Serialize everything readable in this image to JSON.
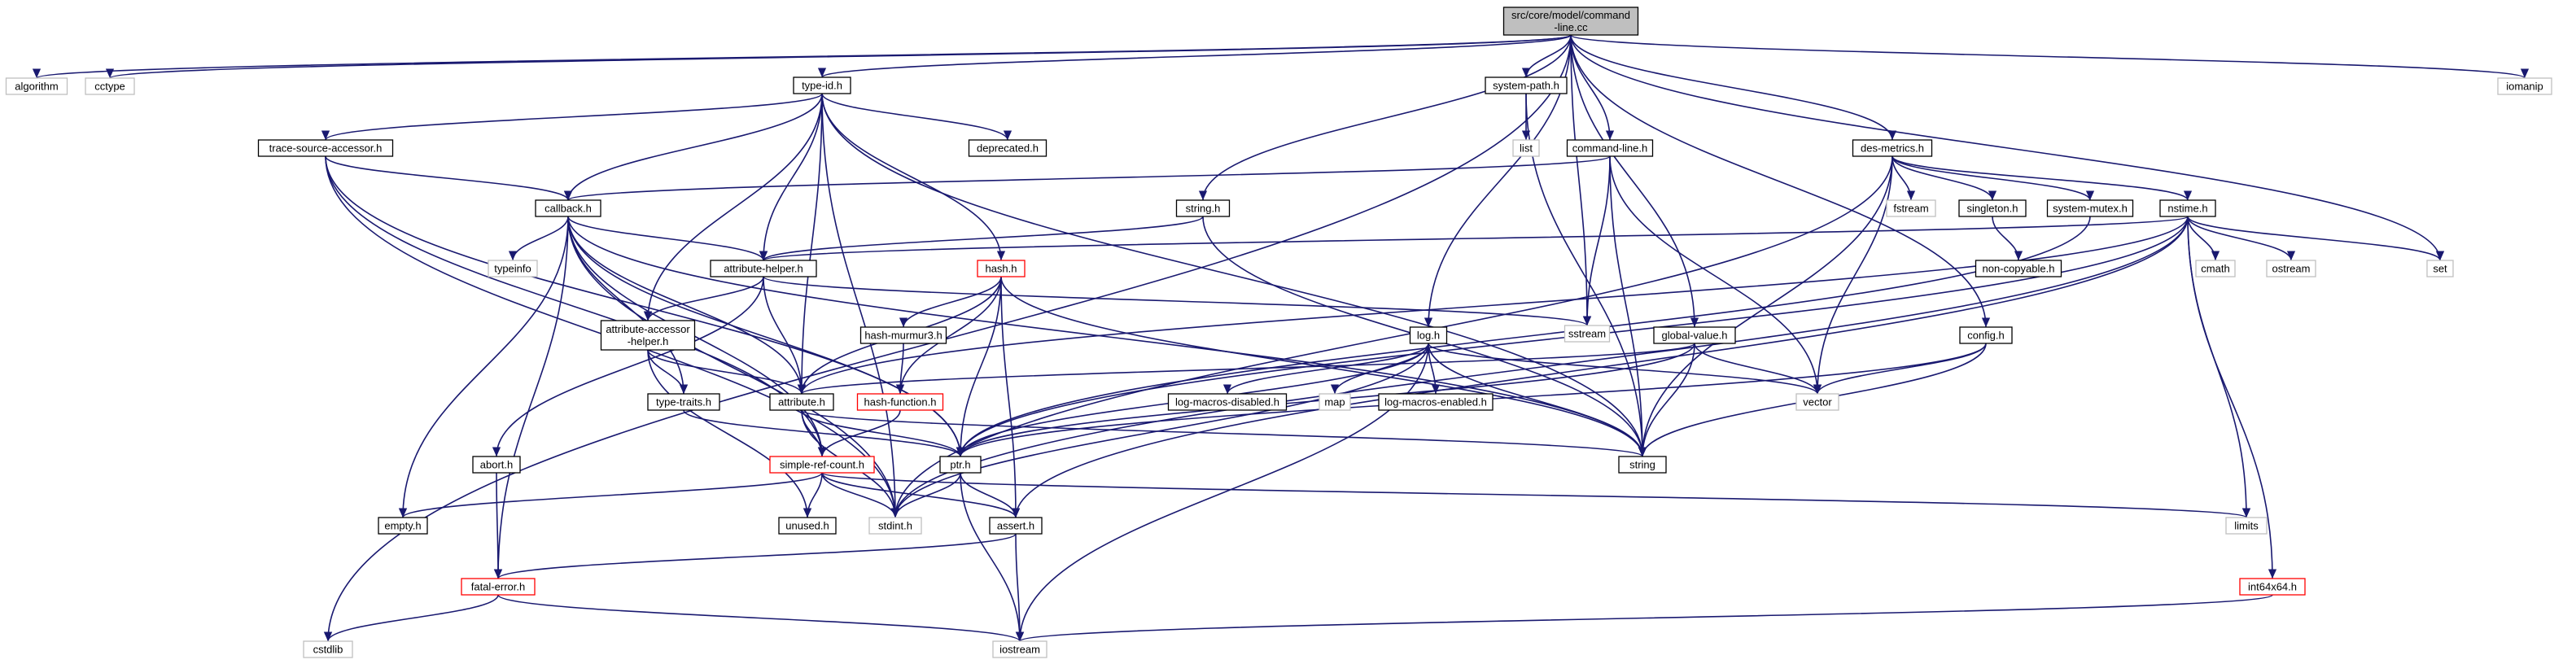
{
  "diagram": {
    "type": "include-dependency-graph",
    "colors": {
      "edge": "#191970",
      "root_fill": "#bfbfbf",
      "node_border": "#000000",
      "missing_border": "#bfbfbf",
      "truncated_border": "#ff0000",
      "text": "#000000",
      "text_missing": "#000000"
    },
    "nodes": [
      {
        "id": "root",
        "lines": [
          "src/core/model/command",
          "-line.cc"
        ],
        "style": "root"
      },
      {
        "id": "algorithm",
        "lines": [
          "algorithm"
        ],
        "style": "missing"
      },
      {
        "id": "cctype",
        "lines": [
          "cctype"
        ],
        "style": "missing"
      },
      {
        "id": "iomanip",
        "lines": [
          "iomanip"
        ],
        "style": "missing"
      },
      {
        "id": "type-id.h",
        "lines": [
          "type-id.h"
        ],
        "style": "normal"
      },
      {
        "id": "system-path.h",
        "lines": [
          "system-path.h"
        ],
        "style": "normal"
      },
      {
        "id": "list",
        "lines": [
          "list"
        ],
        "style": "missing"
      },
      {
        "id": "trace-source-accessor.h",
        "lines": [
          "trace-source-accessor.h"
        ],
        "style": "normal"
      },
      {
        "id": "deprecated.h",
        "lines": [
          "deprecated.h"
        ],
        "style": "normal"
      },
      {
        "id": "command-line.h",
        "lines": [
          "command-line.h"
        ],
        "style": "normal"
      },
      {
        "id": "des-metrics.h",
        "lines": [
          "des-metrics.h"
        ],
        "style": "normal"
      },
      {
        "id": "callback.h",
        "lines": [
          "callback.h"
        ],
        "style": "normal"
      },
      {
        "id": "string.h",
        "lines": [
          "string.h"
        ],
        "style": "normal"
      },
      {
        "id": "fstream",
        "lines": [
          "fstream"
        ],
        "style": "missing"
      },
      {
        "id": "singleton.h",
        "lines": [
          "singleton.h"
        ],
        "style": "normal"
      },
      {
        "id": "system-mutex.h",
        "lines": [
          "system-mutex.h"
        ],
        "style": "normal"
      },
      {
        "id": "nstime.h",
        "lines": [
          "nstime.h"
        ],
        "style": "normal"
      },
      {
        "id": "typeinfo",
        "lines": [
          "typeinfo"
        ],
        "style": "missing"
      },
      {
        "id": "attribute-helper.h",
        "lines": [
          "attribute-helper.h"
        ],
        "style": "normal"
      },
      {
        "id": "hash.h",
        "lines": [
          "hash.h"
        ],
        "style": "truncated"
      },
      {
        "id": "non-copyable.h",
        "lines": [
          "non-copyable.h"
        ],
        "style": "normal"
      },
      {
        "id": "cmath",
        "lines": [
          "cmath"
        ],
        "style": "missing"
      },
      {
        "id": "ostream",
        "lines": [
          "ostream"
        ],
        "style": "missing"
      },
      {
        "id": "set",
        "lines": [
          "set"
        ],
        "style": "missing"
      },
      {
        "id": "sstream",
        "lines": [
          "sstream"
        ],
        "style": "missing"
      },
      {
        "id": "attribute-accessor-helper.h",
        "lines": [
          "attribute-accessor",
          "-helper.h"
        ],
        "style": "normal"
      },
      {
        "id": "hash-murmur3.h",
        "lines": [
          "hash-murmur3.h"
        ],
        "style": "normal"
      },
      {
        "id": "log.h",
        "lines": [
          "log.h"
        ],
        "style": "normal"
      },
      {
        "id": "global-value.h",
        "lines": [
          "global-value.h"
        ],
        "style": "normal"
      },
      {
        "id": "config.h",
        "lines": [
          "config.h"
        ],
        "style": "normal"
      },
      {
        "id": "type-traits.h",
        "lines": [
          "type-traits.h"
        ],
        "style": "normal"
      },
      {
        "id": "attribute.h",
        "lines": [
          "attribute.h"
        ],
        "style": "normal"
      },
      {
        "id": "hash-function.h",
        "lines": [
          "hash-function.h"
        ],
        "style": "truncated"
      },
      {
        "id": "log-macros-disabled.h",
        "lines": [
          "log-macros-disabled.h"
        ],
        "style": "normal"
      },
      {
        "id": "map",
        "lines": [
          "map"
        ],
        "style": "missing"
      },
      {
        "id": "log-macros-enabled.h",
        "lines": [
          "log-macros-enabled.h"
        ],
        "style": "normal"
      },
      {
        "id": "vector",
        "lines": [
          "vector"
        ],
        "style": "missing"
      },
      {
        "id": "abort.h",
        "lines": [
          "abort.h"
        ],
        "style": "normal"
      },
      {
        "id": "simple-ref-count.h",
        "lines": [
          "simple-ref-count.h"
        ],
        "style": "truncated"
      },
      {
        "id": "ptr.h",
        "lines": [
          "ptr.h"
        ],
        "style": "normal"
      },
      {
        "id": "string",
        "lines": [
          "string"
        ],
        "style": "normal"
      },
      {
        "id": "empty.h",
        "lines": [
          "empty.h"
        ],
        "style": "normal"
      },
      {
        "id": "unused.h",
        "lines": [
          "unused.h"
        ],
        "style": "normal"
      },
      {
        "id": "stdint.h",
        "lines": [
          "stdint.h"
        ],
        "style": "missing"
      },
      {
        "id": "assert.h",
        "lines": [
          "assert.h"
        ],
        "style": "normal"
      },
      {
        "id": "limits",
        "lines": [
          "limits"
        ],
        "style": "missing"
      },
      {
        "id": "fatal-error.h",
        "lines": [
          "fatal-error.h"
        ],
        "style": "truncated"
      },
      {
        "id": "int64x64.h",
        "lines": [
          "int64x64.h"
        ],
        "style": "truncated"
      },
      {
        "id": "cstdlib",
        "lines": [
          "cstdlib"
        ],
        "style": "missing"
      },
      {
        "id": "iostream",
        "lines": [
          "iostream"
        ],
        "style": "missing"
      }
    ],
    "edges": [
      [
        "root",
        "algorithm"
      ],
      [
        "root",
        "cctype"
      ],
      [
        "root",
        "iomanip"
      ],
      [
        "root",
        "type-id.h"
      ],
      [
        "root",
        "system-path.h"
      ],
      [
        "root",
        "command-line.h"
      ],
      [
        "root",
        "des-metrics.h"
      ],
      [
        "root",
        "string.h"
      ],
      [
        "root",
        "log.h"
      ],
      [
        "root",
        "global-value.h"
      ],
      [
        "root",
        "config.h"
      ],
      [
        "root",
        "sstream"
      ],
      [
        "root",
        "set"
      ],
      [
        "root",
        "cstdlib"
      ],
      [
        "type-id.h",
        "trace-source-accessor.h"
      ],
      [
        "type-id.h",
        "deprecated.h"
      ],
      [
        "type-id.h",
        "callback.h"
      ],
      [
        "type-id.h",
        "hash.h"
      ],
      [
        "type-id.h",
        "attribute-helper.h"
      ],
      [
        "type-id.h",
        "attribute-accessor-helper.h"
      ],
      [
        "type-id.h",
        "attribute.h"
      ],
      [
        "type-id.h",
        "string"
      ],
      [
        "type-id.h",
        "stdint.h"
      ],
      [
        "system-path.h",
        "list"
      ],
      [
        "system-path.h",
        "string"
      ],
      [
        "trace-source-accessor.h",
        "callback.h"
      ],
      [
        "trace-source-accessor.h",
        "ptr.h"
      ],
      [
        "trace-source-accessor.h",
        "simple-ref-count.h"
      ],
      [
        "trace-source-accessor.h",
        "stdint.h"
      ],
      [
        "command-line.h",
        "callback.h"
      ],
      [
        "command-line.h",
        "sstream"
      ],
      [
        "command-line.h",
        "string"
      ],
      [
        "command-line.h",
        "vector"
      ],
      [
        "des-metrics.h",
        "fstream"
      ],
      [
        "des-metrics.h",
        "singleton.h"
      ],
      [
        "des-metrics.h",
        "system-mutex.h"
      ],
      [
        "des-metrics.h",
        "nstime.h"
      ],
      [
        "des-metrics.h",
        "vector"
      ],
      [
        "des-metrics.h",
        "string"
      ],
      [
        "des-metrics.h",
        "stdint.h"
      ],
      [
        "singleton.h",
        "non-copyable.h"
      ],
      [
        "system-mutex.h",
        "ptr.h"
      ],
      [
        "nstime.h",
        "cmath"
      ],
      [
        "nstime.h",
        "ostream"
      ],
      [
        "nstime.h",
        "set"
      ],
      [
        "nstime.h",
        "attribute-helper.h"
      ],
      [
        "nstime.h",
        "attribute.h"
      ],
      [
        "nstime.h",
        "int64x64.h"
      ],
      [
        "nstime.h",
        "limits"
      ],
      [
        "nstime.h",
        "assert.h"
      ],
      [
        "nstime.h",
        "stdint.h"
      ],
      [
        "nstime.h",
        "ptr.h"
      ],
      [
        "callback.h",
        "typeinfo"
      ],
      [
        "callback.h",
        "attribute-helper.h"
      ],
      [
        "callback.h",
        "attribute.h"
      ],
      [
        "callback.h",
        "type-traits.h"
      ],
      [
        "callback.h",
        "ptr.h"
      ],
      [
        "callback.h",
        "simple-ref-count.h"
      ],
      [
        "callback.h",
        "empty.h"
      ],
      [
        "callback.h",
        "fatal-error.h"
      ],
      [
        "callback.h",
        "string"
      ],
      [
        "callback.h",
        "stdint.h"
      ],
      [
        "string.h",
        "attribute-helper.h"
      ],
      [
        "string.h",
        "string"
      ],
      [
        "attribute-helper.h",
        "attribute-accessor-helper.h"
      ],
      [
        "attribute-helper.h",
        "attribute.h"
      ],
      [
        "attribute-helper.h",
        "abort.h"
      ],
      [
        "attribute-helper.h",
        "sstream"
      ],
      [
        "hash.h",
        "hash-murmur3.h"
      ],
      [
        "hash.h",
        "hash-function.h"
      ],
      [
        "hash.h",
        "ptr.h"
      ],
      [
        "hash.h",
        "assert.h"
      ],
      [
        "hash.h",
        "string"
      ],
      [
        "hash.h",
        "attribute.h"
      ],
      [
        "attribute-accessor-helper.h",
        "type-traits.h"
      ],
      [
        "attribute-accessor-helper.h",
        "attribute.h"
      ],
      [
        "attribute-accessor-helper.h",
        "unused.h"
      ],
      [
        "hash-murmur3.h",
        "hash-function.h"
      ],
      [
        "hash-function.h",
        "simple-ref-count.h"
      ],
      [
        "log.h",
        "log-macros-disabled.h"
      ],
      [
        "log.h",
        "map"
      ],
      [
        "log.h",
        "log-macros-enabled.h"
      ],
      [
        "log.h",
        "vector"
      ],
      [
        "log.h",
        "string"
      ],
      [
        "log.h",
        "iostream"
      ],
      [
        "log.h",
        "stdint.h"
      ],
      [
        "log.h",
        "ptr.h"
      ],
      [
        "global-value.h",
        "attribute.h"
      ],
      [
        "global-value.h",
        "vector"
      ],
      [
        "global-value.h",
        "string"
      ],
      [
        "global-value.h",
        "ptr.h"
      ],
      [
        "config.h",
        "vector"
      ],
      [
        "config.h",
        "ptr.h"
      ],
      [
        "config.h",
        "string"
      ],
      [
        "type-traits.h",
        "ptr.h"
      ],
      [
        "attribute.h",
        "simple-ref-count.h"
      ],
      [
        "attribute.h",
        "ptr.h"
      ],
      [
        "attribute.h",
        "string"
      ],
      [
        "attribute.h",
        "stdint.h"
      ],
      [
        "abort.h",
        "fatal-error.h"
      ],
      [
        "simple-ref-count.h",
        "empty.h"
      ],
      [
        "simple-ref-count.h",
        "unused.h"
      ],
      [
        "simple-ref-count.h",
        "stdint.h"
      ],
      [
        "simple-ref-count.h",
        "assert.h"
      ],
      [
        "simple-ref-count.h",
        "limits"
      ],
      [
        "ptr.h",
        "assert.h"
      ],
      [
        "ptr.h",
        "iostream"
      ],
      [
        "ptr.h",
        "stdint.h"
      ],
      [
        "assert.h",
        "fatal-error.h"
      ],
      [
        "assert.h",
        "iostream"
      ],
      [
        "fatal-error.h",
        "cstdlib"
      ],
      [
        "fatal-error.h",
        "iostream"
      ],
      [
        "int64x64.h",
        "iostream"
      ]
    ]
  }
}
